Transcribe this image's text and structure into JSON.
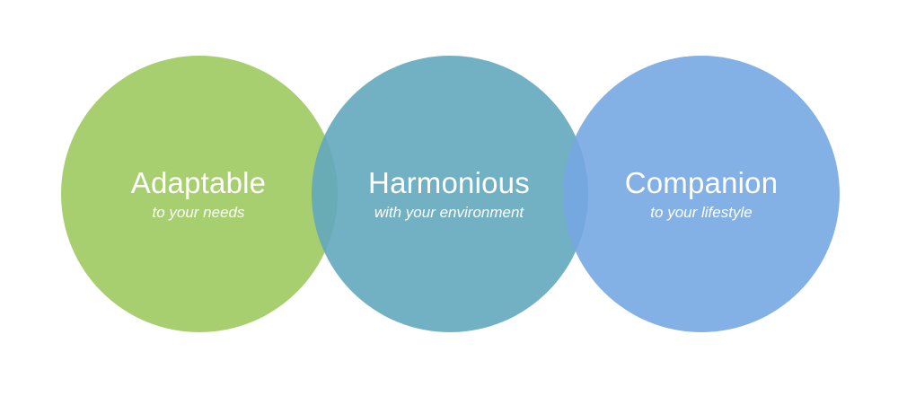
{
  "colors": {
    "left_circle": "#9DCA5F",
    "middle_circle": "#63A7BD",
    "right_circle": "#76A7E2",
    "text": "#FFFFFF",
    "background": "#FFFFFF"
  },
  "circles": [
    {
      "title": "Adaptable",
      "subtitle": "to your needs"
    },
    {
      "title": "Harmonious",
      "subtitle": "with your environment"
    },
    {
      "title": "Companion",
      "subtitle": "to your lifestyle"
    }
  ]
}
